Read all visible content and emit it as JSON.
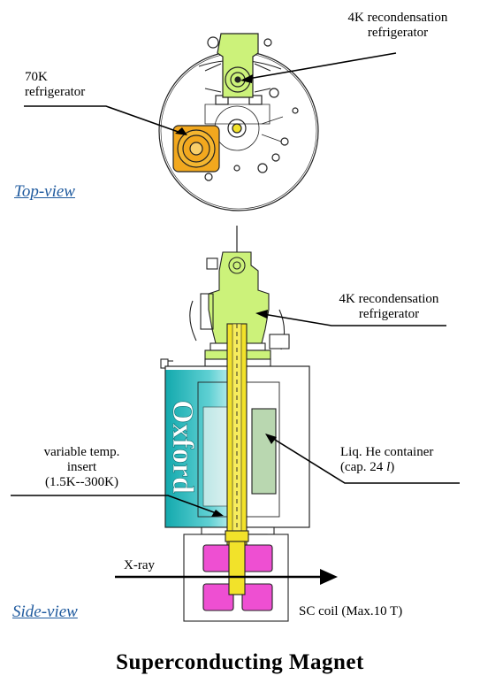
{
  "title": "Superconducting Magnet",
  "views": {
    "top": "Top-view",
    "side": "Side-view"
  },
  "labels": {
    "top_4k_line1": "4K recondensation",
    "top_4k_line2": "refrigerator",
    "top_70k_line1": "70K",
    "top_70k_line2": "refrigerator",
    "side_4k_line1": "4K recondensation",
    "side_4k_line2": "refrigerator",
    "vti_line1": "variable temp.",
    "vti_line2": "insert",
    "vti_line3": "(1.5K--300K)",
    "he_line1": "Liq. He container",
    "he_line2_prefix": "(cap. 24 ",
    "he_line2_unit": "l",
    "he_line2_suffix": ")",
    "xray": "X-ray",
    "sc_coil": "SC coil (Max.10 T)",
    "brand": "Oxford"
  },
  "colors": {
    "refrigerator_green": "#ccf27a",
    "refrigerator_70k_orange": "#f2a81e",
    "insert_yellow": "#f2e22a",
    "he_container_green": "#b9d7b0",
    "coil_magenta": "#ee4fd2",
    "dewar_teal": "#16b0b4",
    "view_label_blue": "#1f5a9e"
  }
}
